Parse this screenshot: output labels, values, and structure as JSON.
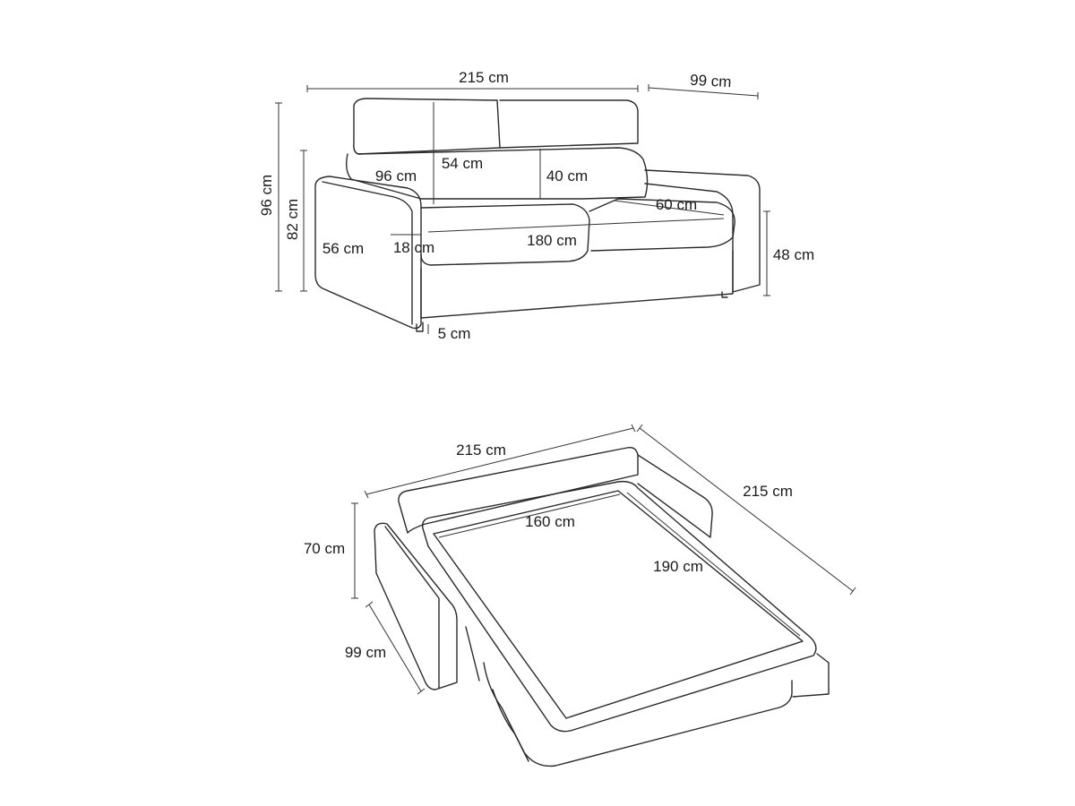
{
  "closed_sofa": {
    "overall_width": "215 cm",
    "depth": "99 cm",
    "total_height": "96 cm",
    "height_without_headrest": "82 cm",
    "headrest_height": "54 cm",
    "backrest_width": "96 cm",
    "backrest_height": "40 cm",
    "seat_depth": "60 cm",
    "seat_width": "180 cm",
    "armrest_width": "18 cm",
    "armrest_height": "56 cm",
    "seat_height": "48 cm",
    "foot_height": "5 cm"
  },
  "open_bed": {
    "width": "215 cm",
    "depth_open": "215 cm",
    "mattress_width": "160 cm",
    "mattress_length": "190 cm",
    "height": "70 cm",
    "depth": "99 cm"
  },
  "colors": {
    "line": "#2a2a2a",
    "background": "#ffffff"
  }
}
